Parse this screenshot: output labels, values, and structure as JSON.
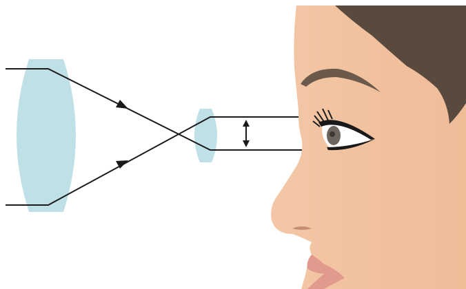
{
  "colors": {
    "background": "#ffffff",
    "lens_fill": "#bfe0e7",
    "ray_stroke": "#1a1a1a",
    "skin": "#f2c4a3",
    "skin_shadow": "#e8b191",
    "hair": "#5a4a3e",
    "brow": "#6b5a4c",
    "lip": "#e29a8e",
    "iris": "#6d665e"
  },
  "icons": {
    "objective_lens": "biconvex-lens",
    "eyepiece_lens": "biconvex-lens",
    "ray_arrows": "arrowhead",
    "beam_width_marker": "double-headed-arrow",
    "observer": "human-face-profile"
  }
}
